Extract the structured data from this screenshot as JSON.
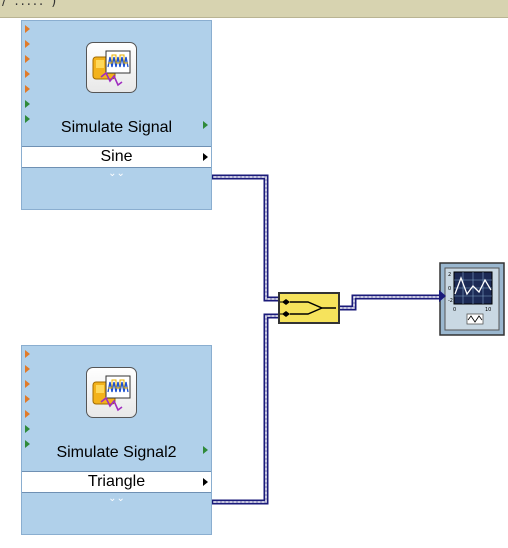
{
  "top_bar": {
    "text": "/ ..... )"
  },
  "nodes": [
    {
      "title": "Simulate Signal",
      "mode": "Sine",
      "icon": "simulate-signal-icon"
    },
    {
      "title": "Simulate Signal2",
      "mode": "Triangle",
      "icon": "simulate-signal-icon"
    }
  ],
  "merge_node": {
    "icon": "merge-signals-icon"
  },
  "graph_node": {
    "icon": "waveform-graph-icon"
  },
  "colors": {
    "node_fill": "#b0d0ea",
    "wire": "#1a1a7a",
    "merge_fill": "#f6e35c",
    "top_bar": "#d7d3b0"
  }
}
